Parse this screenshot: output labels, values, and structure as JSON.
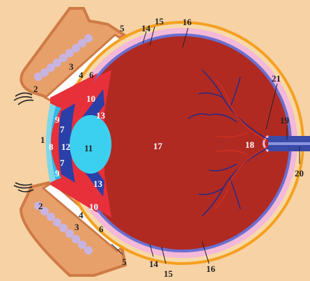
{
  "labels": {
    "l1": "1",
    "l2a": "2",
    "l2b": "2",
    "l3a": "3",
    "l3b": "3",
    "l4a": "4",
    "l4b": "4",
    "l5a": "5",
    "l5b": "5",
    "l6a": "6",
    "l6b": "6",
    "l7a": "7",
    "l7b": "7",
    "l8": "8",
    "l9a": "9",
    "l9b": "9",
    "l10a": "10",
    "l10b": "10",
    "l11": "11",
    "l12": "12",
    "l13a": "13",
    "l13b": "13",
    "l14a": "14",
    "l14b": "14",
    "l15a": "15",
    "l15b": "15",
    "l16a": "16",
    "l16b": "16",
    "l17": "17",
    "l18": "18",
    "l19": "19",
    "l20": "20",
    "l21": "21"
  },
  "colors": {
    "background": "#f6d2a4",
    "eyelid": "#e8a06a",
    "eyelid_outline": "#cf7a45",
    "conjunctiva": "#ffffff",
    "sclera": "#f5a020",
    "choroid": "#f4b8d8",
    "retina": "#6a6fd0",
    "vitreous": "#b02a22",
    "ciliary_iris": "#e8303a",
    "cornea": "#2fb8e8",
    "lens": "#3cd0f0",
    "dark_blue": "#2a3fa8",
    "optic_nerve": "#3a4aa8",
    "vessels": "#1c2a90",
    "fat_pads": "#c8b4e0"
  }
}
